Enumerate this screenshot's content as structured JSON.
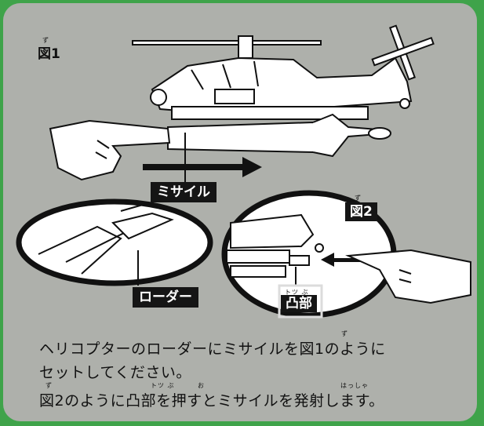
{
  "figure1": {
    "label": "図1",
    "ruby": "ず"
  },
  "figure2": {
    "label": "図2",
    "ruby": "ず"
  },
  "callouts": {
    "missile": "ミサイル",
    "loader": "ローダー",
    "protrusion": "凸部",
    "protrusion_ruby": "トツ ぶ"
  },
  "instructions": {
    "line1": "ヘリコプターのローダーにミサイルを図1のように",
    "line2": "セットしてください。",
    "line3": "図2のように凸部を押すとミサイルを発射します。",
    "ruby_line1": "ず",
    "ruby_line3_zu": "ず",
    "ruby_line3_totsu": "トツ ぶ",
    "ruby_line3_osu": "お",
    "ruby_line3_hassha": "はっしゃ"
  },
  "colors": {
    "border": "#3fa34a",
    "panel": "#aeb0ab",
    "label_bg": "#151515"
  }
}
